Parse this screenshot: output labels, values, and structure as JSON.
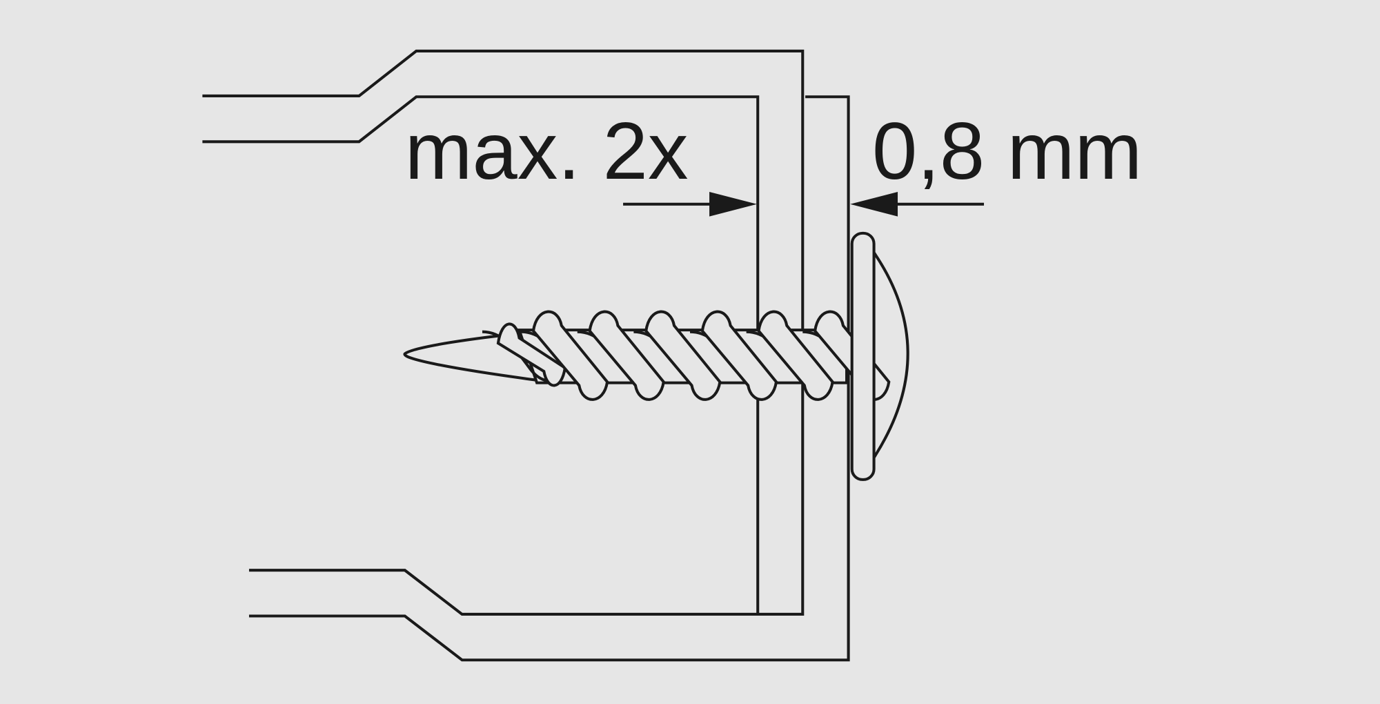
{
  "diagram": {
    "label_max_thickness": "max. 2x",
    "label_gap": "0,8 mm",
    "colors": {
      "background": "#e6e6e6",
      "line": "#1a1a1a"
    },
    "thread_count": 7
  }
}
